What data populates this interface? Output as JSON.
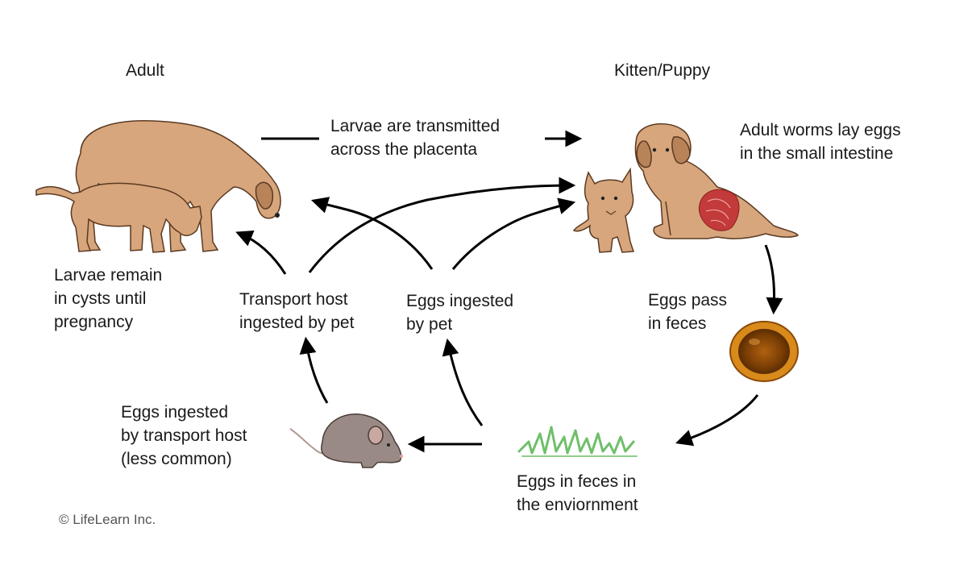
{
  "labels": {
    "adult_title": "Adult",
    "kitten_puppy_title": "Kitten/Puppy",
    "transmitted_placenta": "Larvae are transmitted\nacross the placenta",
    "adult_worms": "Adult worms lay eggs\nin the small intestine",
    "larvae_cysts": "Larvae remain\nin cysts until\npregnancy",
    "transport_host_ingested": "Transport host\ningested by pet",
    "eggs_ingested_pet": "Eggs ingested\nby pet",
    "eggs_pass_feces": "Eggs pass\nin feces",
    "eggs_transport_host": "Eggs ingested\nby transport host\n(less common)",
    "eggs_environment": "Eggs in feces in\nthe enviornment",
    "copyright": "© LifeLearn Inc."
  },
  "icons": {
    "adult_dog": "adult-dog-icon",
    "adult_cat": "adult-cat-icon",
    "puppy": "puppy-icon",
    "kitten": "kitten-icon",
    "intestine": "intestine-icon",
    "egg": "egg-icon",
    "grass": "grass-icon",
    "mouse": "mouse-icon"
  },
  "colors": {
    "animal_fill": "#d8a67c",
    "animal_stroke": "#5a3a22",
    "arrow": "#000000",
    "egg_outer": "#c97a10",
    "egg_inner": "#7a3e05",
    "grass": "#6fbf6a",
    "mouse": "#9a8a86",
    "intestine": "#c23a3a"
  }
}
